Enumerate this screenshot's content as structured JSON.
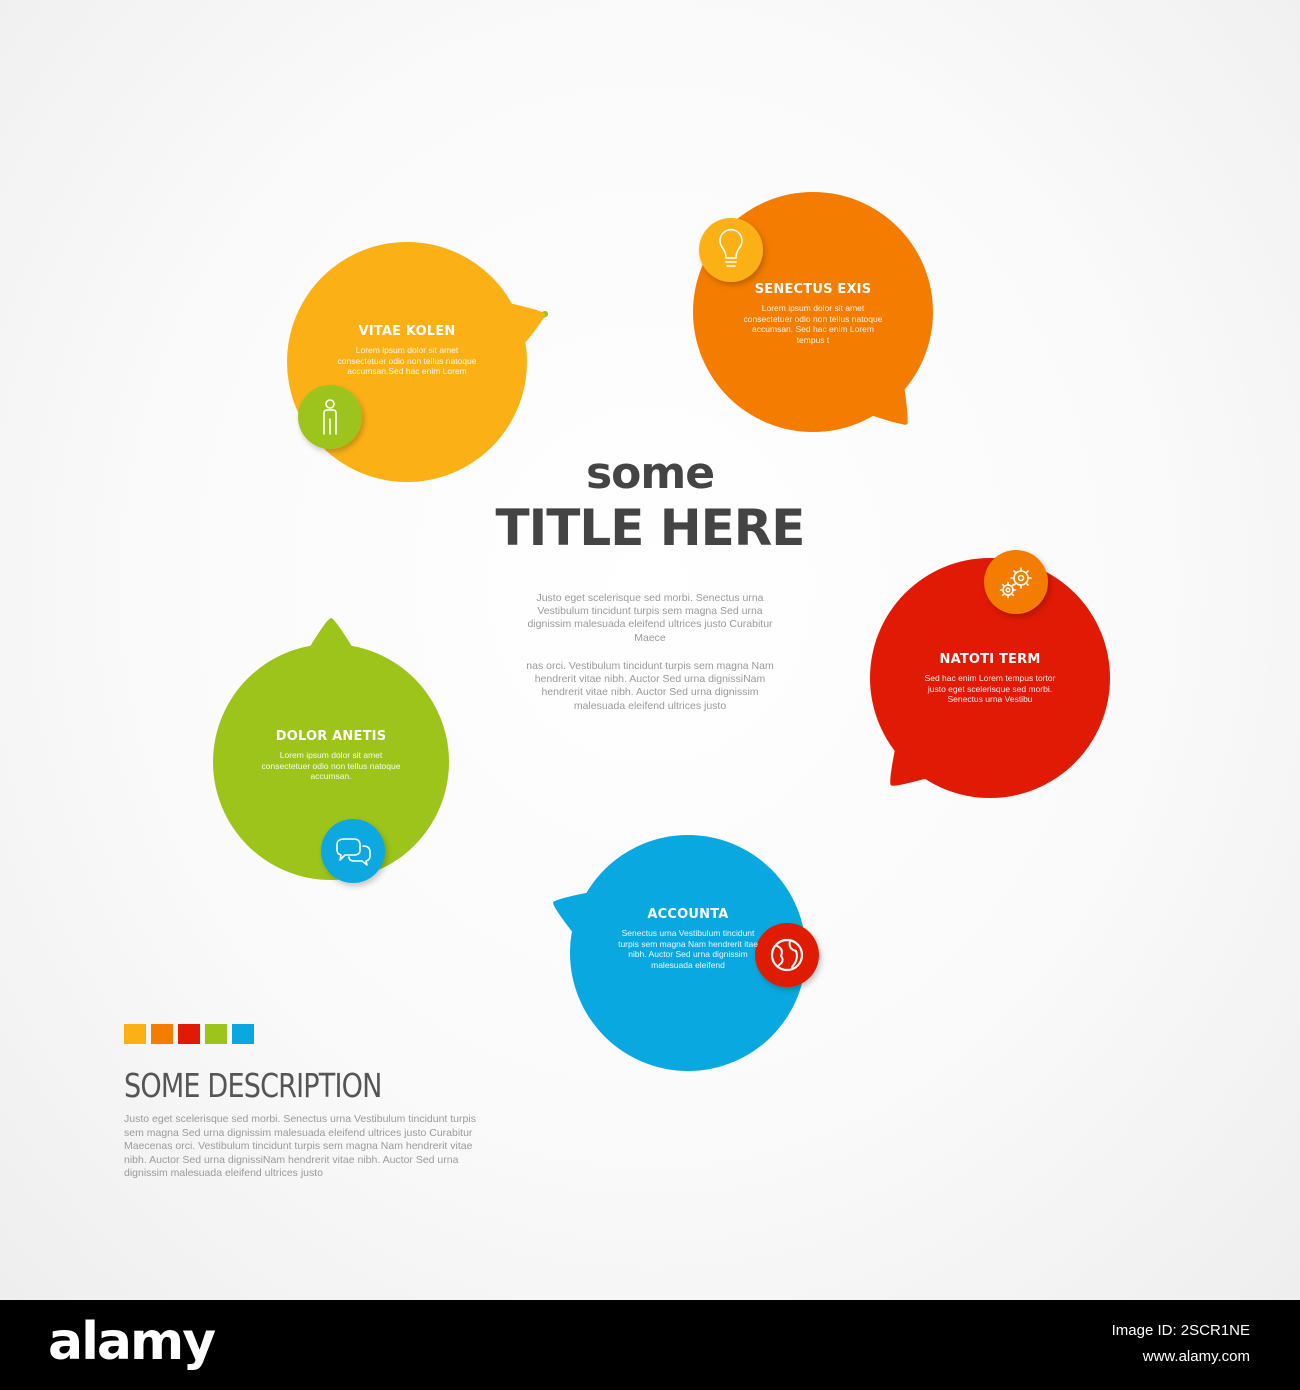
{
  "title": {
    "line1": "some",
    "line2": "TITLE HERE"
  },
  "center_text": {
    "paragraph1": "Justo eget scelerisque sed morbi. Senectus urna Vestibulum tincidunt turpis sem magna Sed urna dignissim malesuada eleifend ultrices justo Curabitur Maece",
    "paragraph2": "nas orci. Vestibulum tincidunt turpis sem magna Nam hendrerit vitae nibh. Auctor Sed urna dignissiNam hendrerit vitae nibh. Auctor Sed urna dignissim malesuada eleifend ultrices justo"
  },
  "steps": [
    {
      "title": "VITAE KOLEN",
      "text": "Lorem ipsum dolor sit amet consectetuer odio non tellus natoque accumsan.Sed hac enim Lorem",
      "color": "#fbb116",
      "icon": "person-icon",
      "icon_color": "#9dc41a"
    },
    {
      "title": "SENECTUS EXIS",
      "text": "Lorem ipsum dolor sit amet consectetuer odio non tellus natoque accumsan. Sed hac enim Lorem tempus t",
      "color": "#f47c00",
      "icon": "lightbulb-icon",
      "icon_color": "#fbb116"
    },
    {
      "title": "NATOTI TERM",
      "text": "Sed hac enim Lorem tempus tortor justo eget scelerisque sed morbi. Senectus urna Vestibu",
      "color": "#e01a04",
      "icon": "gears-icon",
      "icon_color": "#f47c00"
    },
    {
      "title": "ACCOUNTA",
      "text": "Senectus urna Vestibulum tincidunt turpis sem magna Nam hendrerit itae nibh. Auctor Sed urna dignissim malesuada eleifend",
      "color": "#0aa8e0",
      "icon": "globe-icon",
      "icon_color": "#e01a04"
    },
    {
      "title": "DOLOR ANETIS",
      "text": "Lorem ipsum dolor sit amet consectetuer odio non tellus natoque accumsan.",
      "color": "#9dc41a",
      "icon": "chat-icon",
      "icon_color": "#0aa8e0"
    }
  ],
  "legend_colors": [
    "#fbb116",
    "#f47c00",
    "#e01a04",
    "#9dc41a",
    "#0aa8e0"
  ],
  "description": {
    "title": "SOME DESCRIPTION",
    "body": "Justo eget scelerisque sed morbi. Senectus urna Vestibulum tincidunt turpis sem magna Sed urna dignissim malesuada eleifend ultrices justo Curabitur Maecenas orci. Vestibulum tincidunt turpis sem magna Nam hendrerit vitae nibh. Auctor Sed urna dignissiNam hendrerit vitae nibh. Auctor Sed urna dignissim malesuada eleifend ultrices justo"
  },
  "footer": {
    "logo": "alamy",
    "image_id": "Image ID: 2SCR1NE",
    "url": "www.alamy.com"
  }
}
